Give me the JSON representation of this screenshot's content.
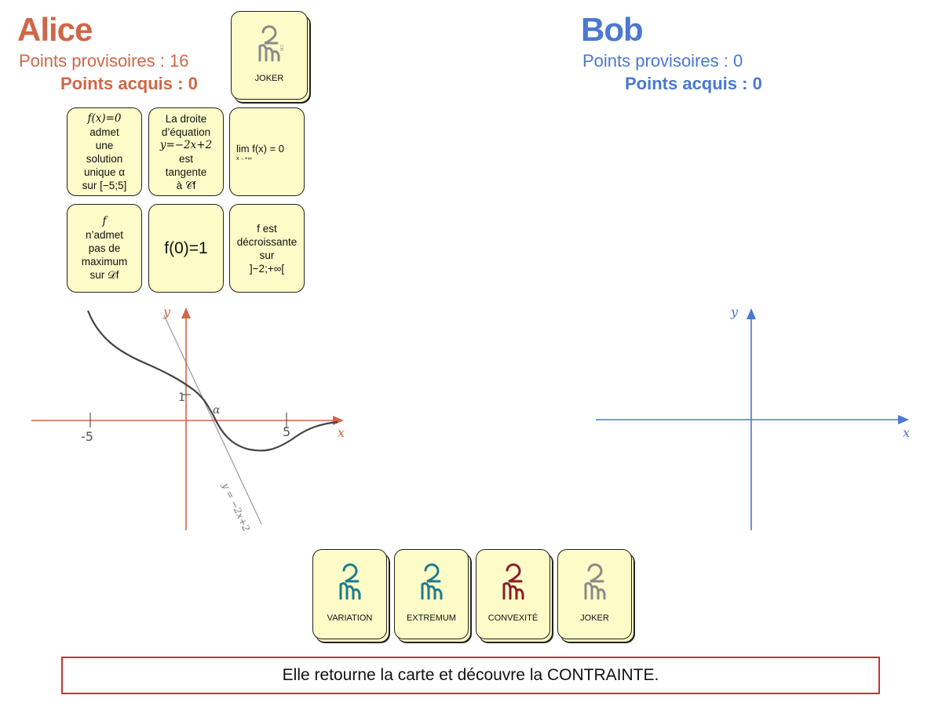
{
  "players": {
    "alice": {
      "name": "Alice",
      "provisional_label": "Points provisoires : 16",
      "acquired_label": "Points acquis : 0",
      "color": "#cf6748"
    },
    "bob": {
      "name": "Bob",
      "provisional_label": "Points provisoires : 0",
      "acquired_label": "Points acquis : 0",
      "color": "#4a78d2"
    }
  },
  "alice_joker": {
    "label": "JOKER",
    "logo": "cm-logo-gray"
  },
  "alice_cards": [
    {
      "line1": "f(x)=0",
      "line2": "admet",
      "line3": "une",
      "line4": "solution",
      "line5": "unique α",
      "line6": "sur [−5;5]"
    },
    {
      "line1": "La droite",
      "line2": "d’équation",
      "line3": "y=−2x+2",
      "line4": "est",
      "line5": "tangente",
      "line6": "à 𝒞f"
    },
    {
      "line1": "lim f(x) = 0",
      "line2": "x→+∞"
    },
    {
      "line1": "f",
      "line2": "n’admet",
      "line3": "pas de",
      "line4": "maximum",
      "line5": "sur 𝒟f"
    },
    {
      "line1": "f(0)=1"
    },
    {
      "line1": "f est",
      "line2": "décroissante",
      "line3": "sur",
      "line4": "]−2;+∞["
    }
  ],
  "deck": [
    {
      "label": "VARIATION",
      "logo": "cm-logo-teal",
      "color": "#1f7a8c"
    },
    {
      "label": "EXTREMUM",
      "logo": "cm-logo-teal",
      "color": "#1f7a8c"
    },
    {
      "label": "CONVEXITÉ",
      "logo": "cm-logo-red",
      "color": "#8a1c2a"
    },
    {
      "label": "JOKER",
      "logo": "cm-logo-gray",
      "color": "#8a8a8a"
    }
  ],
  "alice_graph": {
    "x_label": "x",
    "y_label": "y",
    "tick_neg": "-5",
    "tick_pos": "5",
    "tick_one": "1",
    "root_label": "α",
    "tangent_label": "y = −2x+2",
    "axis_color": "#cf6748"
  },
  "bob_graph": {
    "x_label": "x",
    "y_label": "y",
    "axis_color": "#4a78d2"
  },
  "message": "Elle retourne la carte et découvre la CONTRAINTE."
}
